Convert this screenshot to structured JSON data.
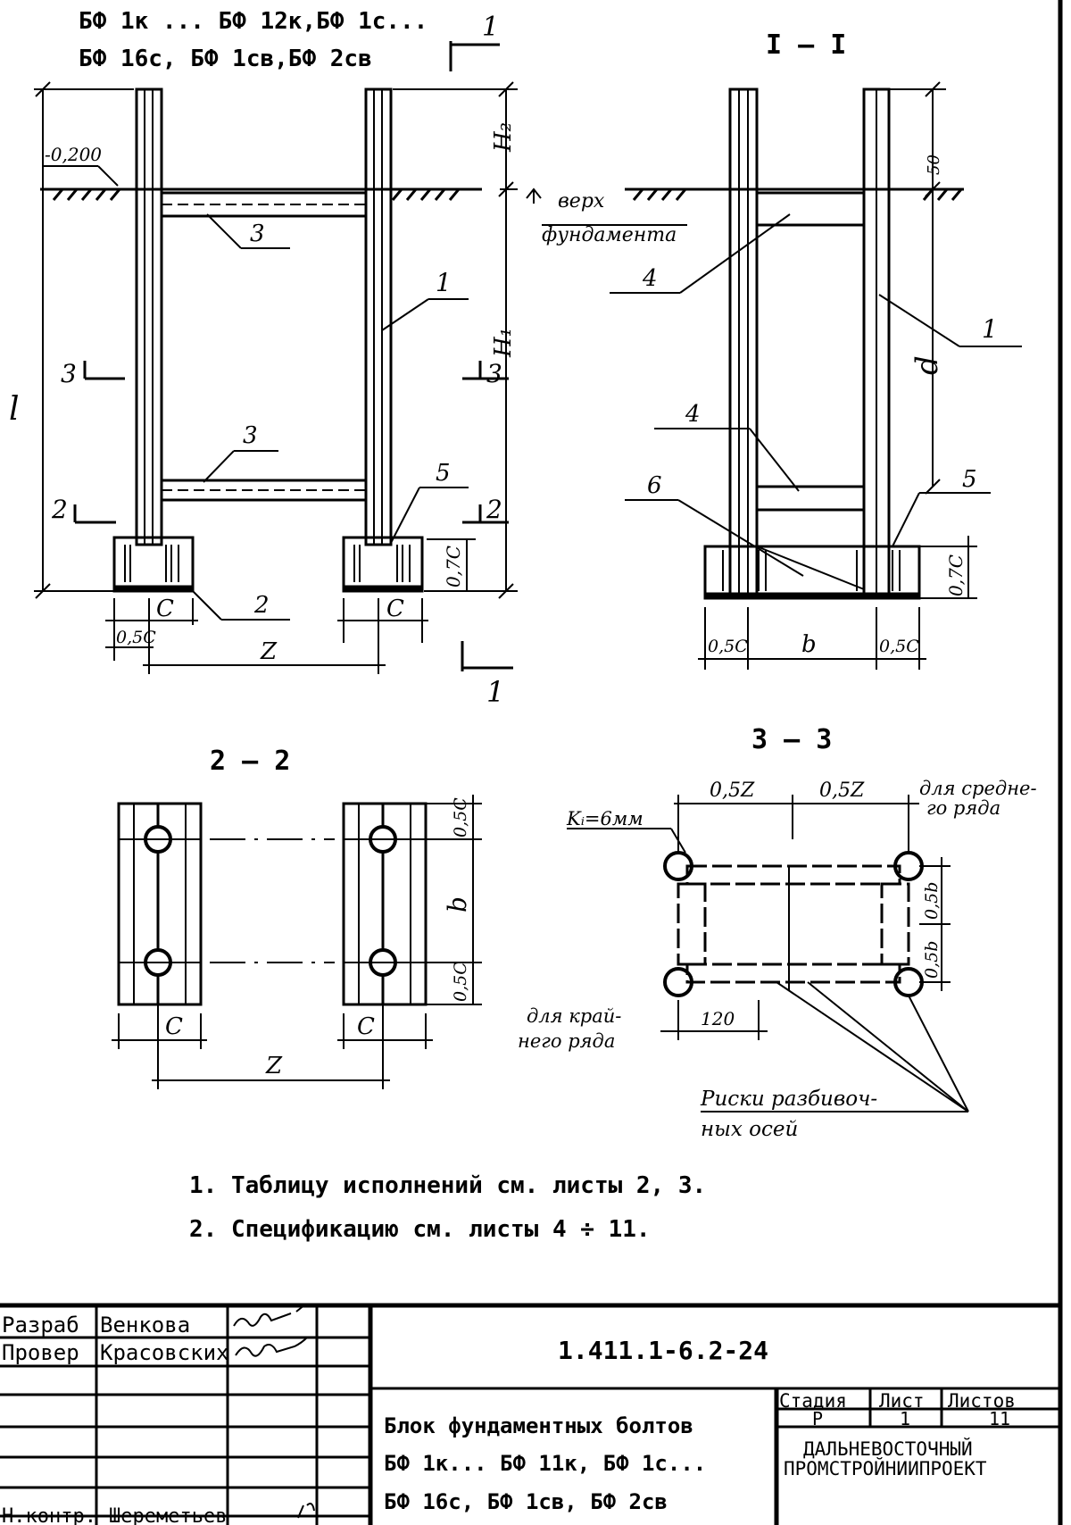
{
  "header": {
    "line1": "БФ 1к ... БФ 12к,БФ 1с...",
    "line2": "БФ 16с, БФ 1св,БФ 2св",
    "section_mark": "1"
  },
  "elevation_view": {
    "level": "-0,200",
    "dims": {
      "h2": "H₂",
      "h1": "H₁",
      "l": "l",
      "c1": "C",
      "c2": "C",
      "half_c": "0,5C",
      "z": "Z",
      "h07": "0,7C"
    },
    "section_cuts": {
      "a": "3",
      "b": "2"
    },
    "callouts": {
      "bar_top": "3",
      "bar_bottom": "3",
      "bolt": "1",
      "plate": "2",
      "weld": "5"
    },
    "section_marker": "1"
  },
  "section_1_1": {
    "title": "I – I",
    "dims": {
      "top": "50",
      "d": "d",
      "half_c_left": "0,5C",
      "b": "b",
      "half_c_right": "0,5C",
      "h07": "0,7C"
    },
    "note_top_found": [
      "верх",
      "фундамента"
    ],
    "callouts": {
      "tie_top": "4",
      "bolt": "1",
      "tie_bottom": "4",
      "plate": "6",
      "weld": "5"
    }
  },
  "section_2_2": {
    "title": "2 – 2",
    "dims": {
      "half_c_top": "0,5C",
      "b": "b",
      "half_c_bottom": "0,5C",
      "c1": "C",
      "c2": "C",
      "z": "Z"
    }
  },
  "section_3_3": {
    "title": "3 – 3",
    "dims": {
      "half_z1": "0,5Z",
      "half_z2": "0,5Z",
      "half_b_top": "0,5b",
      "half_b_bottom": "0,5b",
      "d120": "120"
    },
    "weld_note": "Kᵢ=6мм",
    "middle_row": [
      "для средне-",
      "го ряда"
    ],
    "edge_row": [
      "для край-",
      "него ряда"
    ],
    "axis_marks": [
      "Риски разбивоч-",
      "ных осей"
    ]
  },
  "notes": [
    "1. Таблицу исполнений см. листы 2, 3.",
    "2. Спецификацию см. листы  4 ÷ 11."
  ],
  "title_block": {
    "roles": {
      "developer": "Разраб",
      "checker": "Провер",
      "norm_control": "Н.контр."
    },
    "names": {
      "developer": "Венкова",
      "checker": "Красовских",
      "norm_control": "Шереметьев"
    },
    "doc_code": "1.411.1-6.2-24",
    "description": [
      "Блок фундаментных болтов",
      "БФ 1к... БФ 11к, БФ 1с...",
      "БФ 16с, БФ 1св, БФ 2св"
    ],
    "stage": {
      "label": "Стадия",
      "value": "Р"
    },
    "sheet": {
      "label": "Лист",
      "value": "1"
    },
    "sheets": {
      "label": "Листов",
      "value": "11"
    },
    "organization": [
      "ДАЛЬНЕВОСТОЧНЫЙ",
      "ПРОМСТРОЙНИИПРОЕКТ"
    ]
  }
}
